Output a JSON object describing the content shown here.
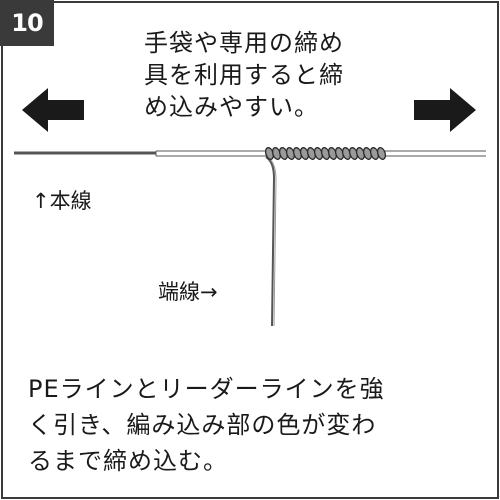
{
  "step": {
    "number": "10"
  },
  "instruction_top": {
    "line1": "手袋や専用の締め",
    "line2": "具を利用すると締",
    "line3": "め込みやすい。"
  },
  "labels": {
    "main_line": "↑本線",
    "tag_end": "端線→"
  },
  "instruction_bottom": {
    "line1": "PEラインとリーダーラインを強",
    "line2": "く引き、編み込み部の色が変わ",
    "line3": "るまで締め込む。"
  },
  "arrows": {
    "left": "pull-left-arrow",
    "right": "pull-right-arrow"
  },
  "colors": {
    "frame": "#3a3a3a",
    "ink": "#1a1a1a",
    "line": "#555555"
  }
}
